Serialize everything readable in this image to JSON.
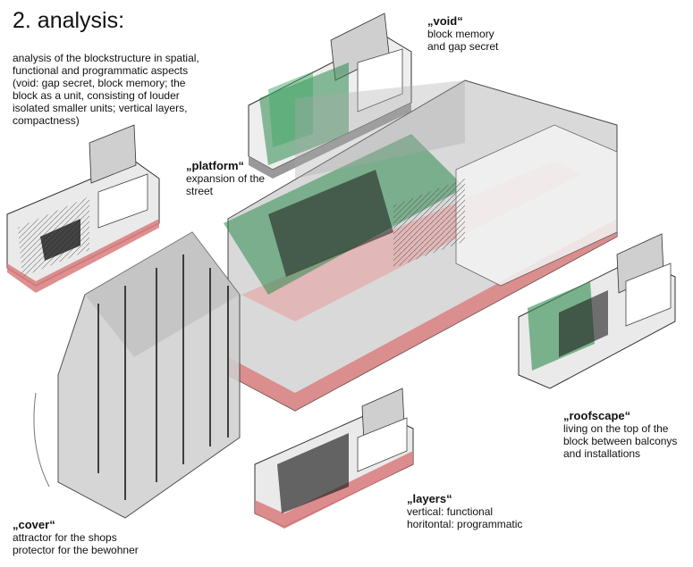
{
  "title": "2. analysis:",
  "intro": [
    "analysis of the blockstructure in spatial,",
    "functional and programmatic aspects",
    "(void: gap secret, block memory; the",
    "block as a unit, consisting of louder",
    "isolated smaller units; vertical layers,",
    "compactness)"
  ],
  "labels": {
    "void": {
      "heading": "„void“",
      "lines": [
        "block memory",
        "and gap secret"
      ]
    },
    "platform": {
      "heading": "„platform“",
      "lines": [
        "expansion of the",
        "street"
      ]
    },
    "roofscape": {
      "heading": "„roofscape“",
      "lines": [
        "living on the top of the",
        "block between balconys",
        "and installations"
      ]
    },
    "layers": {
      "heading": "„layers“",
      "lines": [
        "vertical: functional",
        "horitontal: programmatic"
      ]
    },
    "cover": {
      "heading": "„cover“",
      "lines": [
        "attractor for the shops",
        "protector for the bewohner"
      ]
    }
  },
  "colors": {
    "green": "#2e8a4f",
    "red": "#d97b7b",
    "grey": "#7a7a7a",
    "dark": "#1a1a1a"
  }
}
